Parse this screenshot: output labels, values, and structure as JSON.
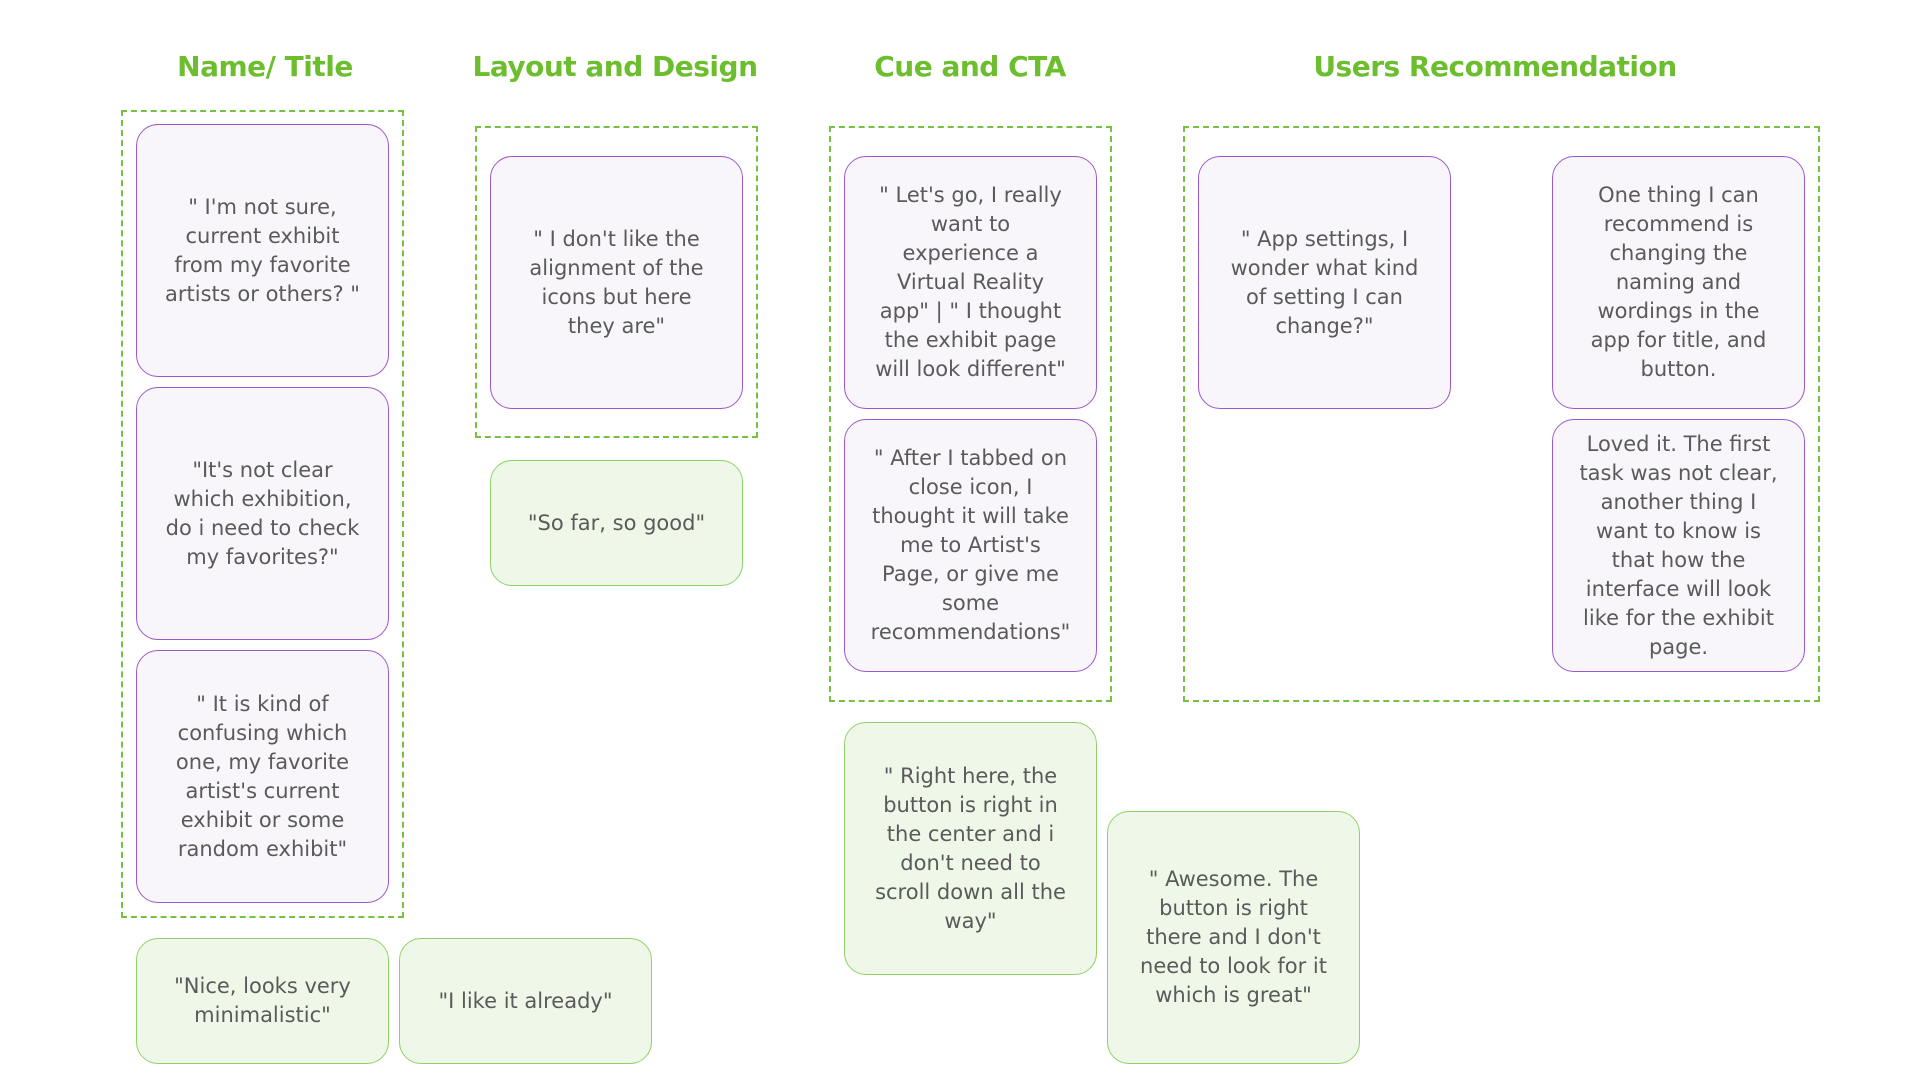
{
  "headings": {
    "name_title": "Name/ Title",
    "layout_design": "Layout and Design",
    "cue_cta": "Cue and CTA",
    "users_recommendation": "Users Recommendation"
  },
  "notes": {
    "name_title": [
      "\" I'm not sure,\ncurrent exhibit\nfrom my favorite\nartists or others? \"",
      "\"It's not clear\nwhich exhibition,\ndo i need to check\nmy favorites?\"",
      "\" It is kind of\nconfusing which\none, my favorite\nartist's current\nexhibit or some\nrandom exhibit\""
    ],
    "name_title_positive": [
      "\"Nice, looks very\nminimalistic\"",
      "\"I like it already\""
    ],
    "layout_design": [
      "\" I don't like the\nalignment of the\nicons but here\nthey are\""
    ],
    "layout_design_positive": [
      "\"So far, so good\""
    ],
    "cue_cta": [
      "\" Let's go, I really\nwant to\nexperience a\nVirtual Reality\napp\" | \" I thought\nthe exhibit page\nwill look different\"",
      "\" After I tabbed on\nclose icon, I\nthought it will take\nme to Artist's\nPage, or give me\nsome\nrecommendations\""
    ],
    "cue_cta_positive": [
      "\" Right here, the\nbutton is right in\nthe center and i\ndon't need to\nscroll down all the\nway\"",
      "\" Awesome. The\nbutton is right\nthere and I don't\nneed to look for it\nwhich is great\""
    ],
    "users_recommendation": [
      "\" App settings, I\nwonder what kind\nof setting I can\nchange?\"",
      "One thing I can\nrecommend is\nchanging the\nnaming and\nwordings in the\napp for title, and\nbutton.",
      "Loved it. The first\ntask was not clear,\nanother thing I\nwant to know is\nthat how the\ninterface will look\nlike for the exhibit\npage."
    ]
  },
  "colors": {
    "heading": "#6dbe2e",
    "group_border": "#76c043",
    "concern_note_fill": "#f8f6fb",
    "concern_note_border": "#9b59c9",
    "positive_note_fill": "#eff8e8",
    "positive_note_border": "#8fd168",
    "note_text": "#5a5a5a"
  }
}
